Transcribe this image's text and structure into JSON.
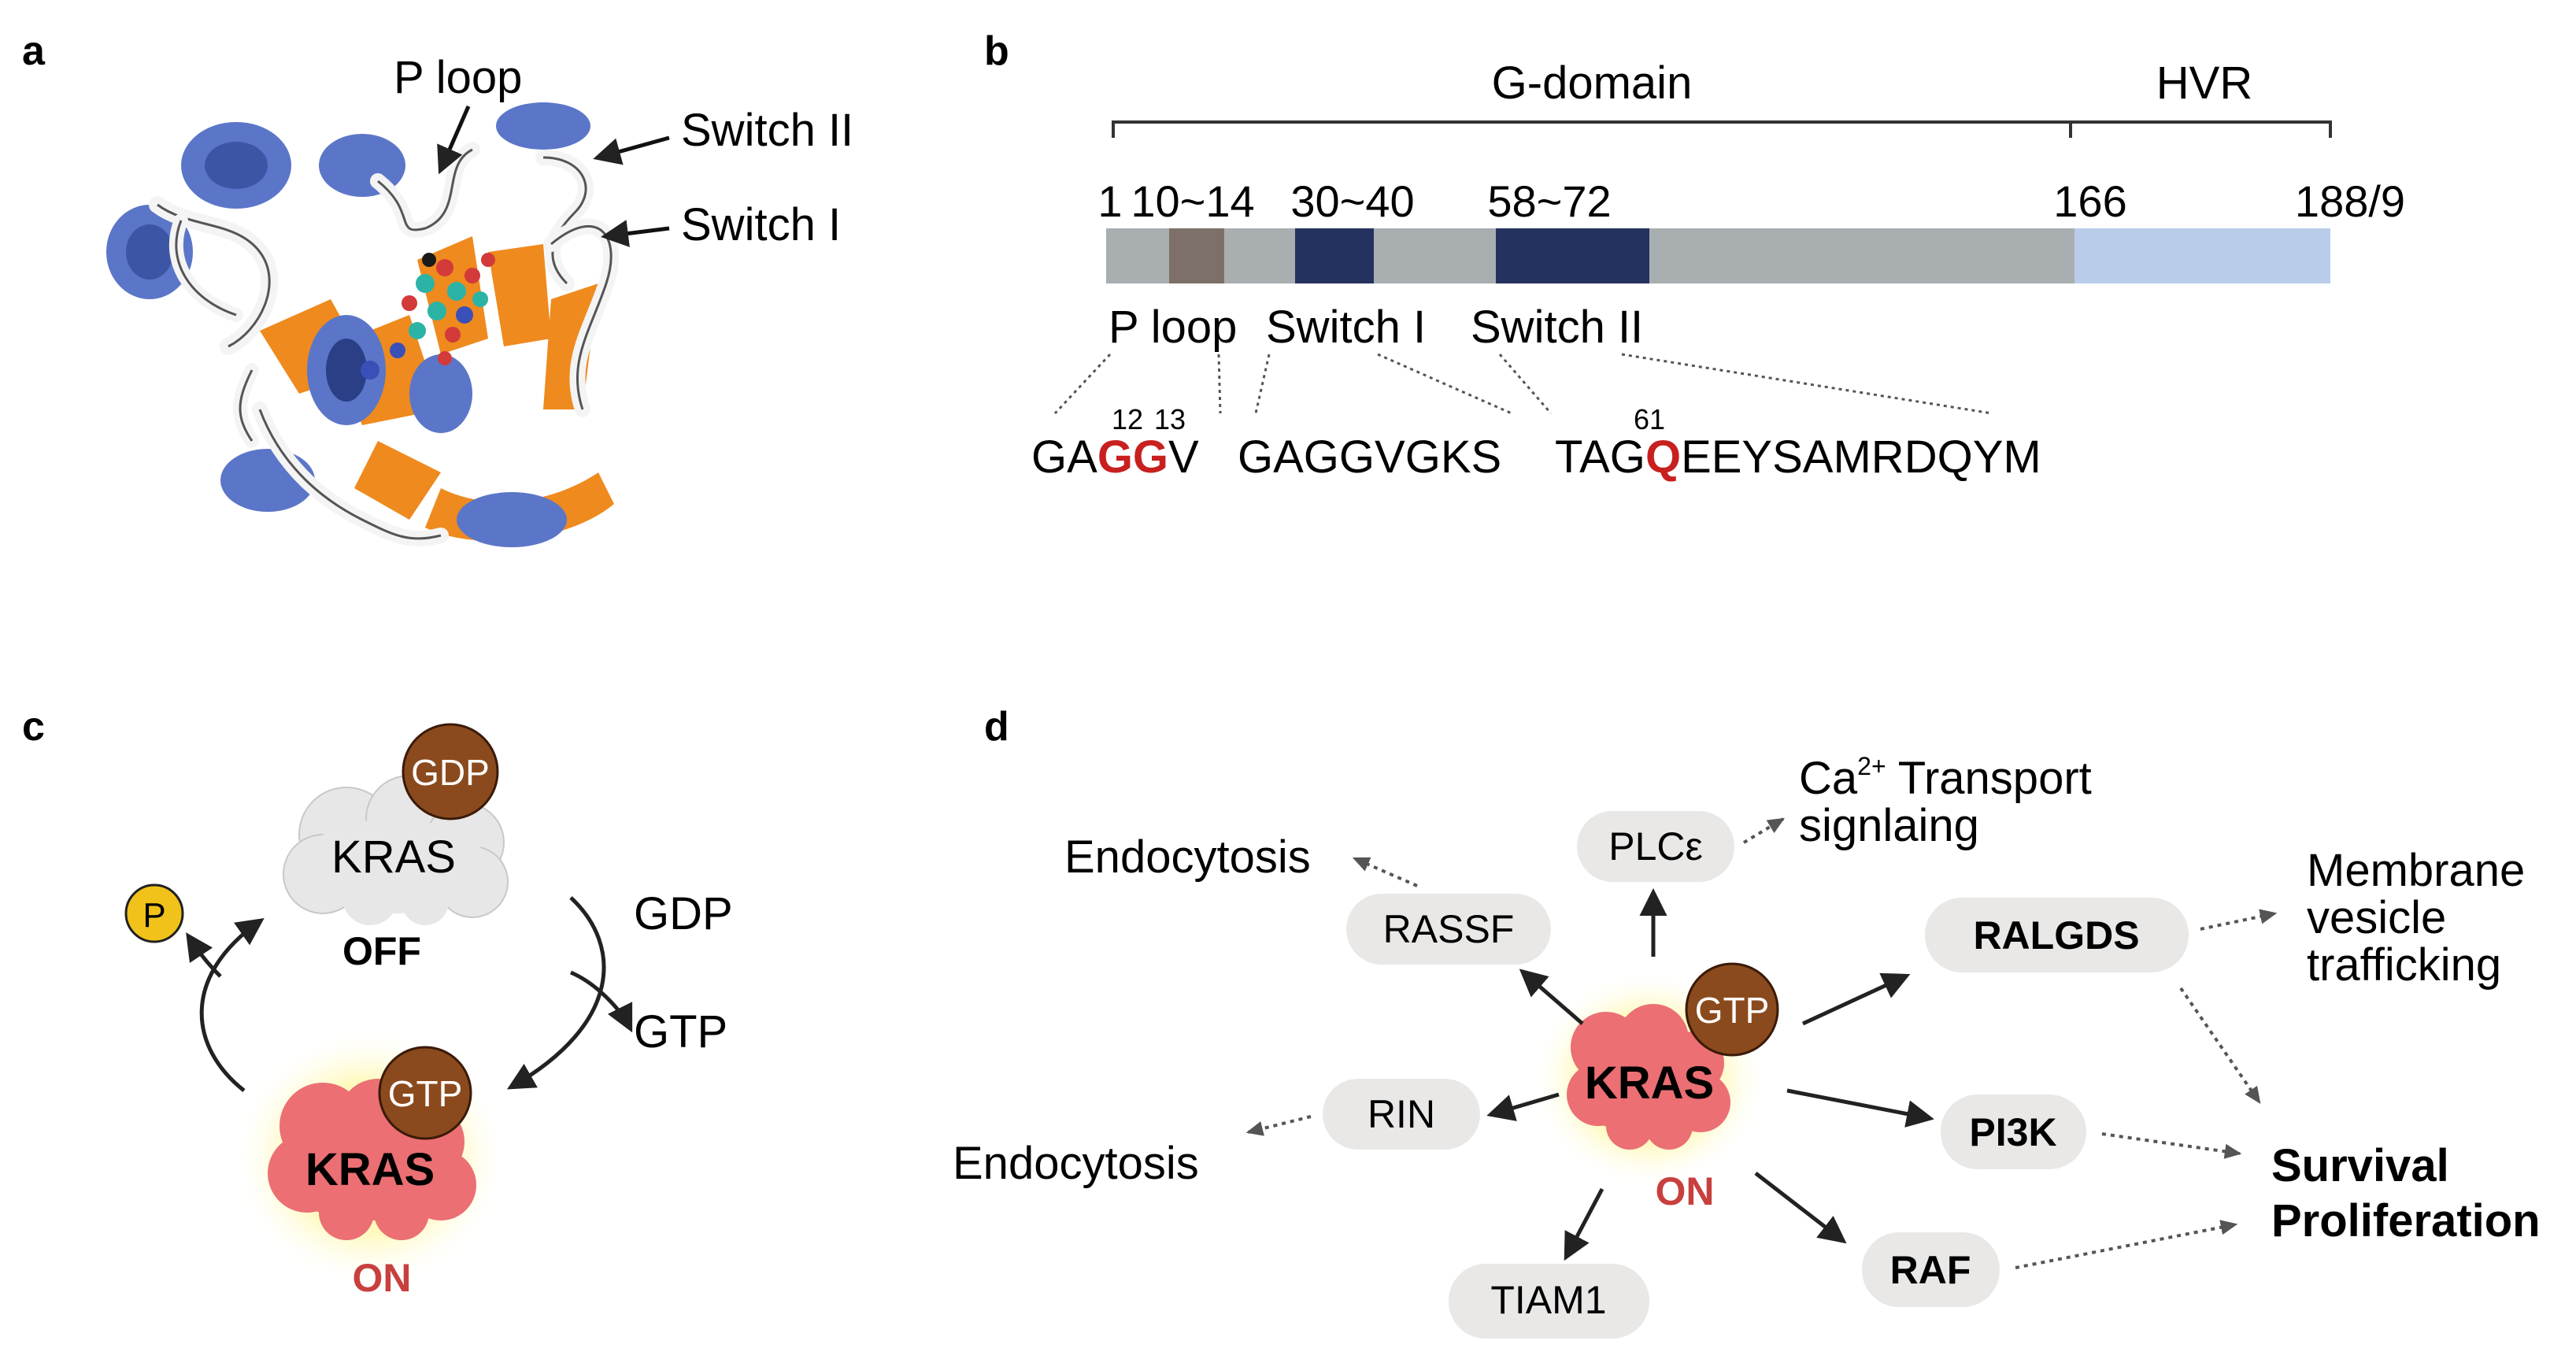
{
  "panels": {
    "a": {
      "label": "a",
      "annotations": {
        "p_loop": "P loop",
        "switch2": "Switch II",
        "switch1": "Switch I"
      }
    },
    "b": {
      "label": "b",
      "domains": {
        "g_domain": "G-domain",
        "hvr": "HVR"
      },
      "positions": [
        "1",
        "10~14",
        "30~40",
        "58~72",
        "166",
        "188/9"
      ],
      "regions": {
        "p_loop": "P loop",
        "switch1": "Switch I",
        "switch2": "Switch II"
      },
      "seq1": {
        "pre": "GA",
        "highlight": "GG",
        "post": "V",
        "num12": "12",
        "num13": "13"
      },
      "seq2": "GAGGVGKS",
      "seq3": {
        "pre": "TAG",
        "highlight": "Q",
        "post": "EEYSAMRDQYM",
        "num61": "61"
      },
      "colors": {
        "bar": "#a9aeb1",
        "ploop": "#7d7068",
        "switch": "#24325f",
        "hvr": "#b9cdea",
        "mutation": "#c8201f"
      }
    },
    "c": {
      "label": "c",
      "gdp_badge": "GDP",
      "gtp_badge": "GTP",
      "kras_off": "KRAS",
      "kras_on": "KRAS",
      "off_label": "OFF",
      "on_label": "ON",
      "gdp_text": "GDP",
      "gtp_text": "GTP",
      "phosphate": "P",
      "colors": {
        "off_cloud": "#e7e7e7",
        "on_cloud": "#eb6f73",
        "badge": "#8b4a1d",
        "phosphate": "#f1c21a",
        "on_text": "#c8403e",
        "glow": "#fff27a"
      }
    },
    "d": {
      "label": "d",
      "center": {
        "badge": "GTP",
        "label": "KRAS",
        "state": "ON"
      },
      "effectors": {
        "plce": "PLCε",
        "rassf": "RASSF",
        "rin": "RIN",
        "tiam1": "TIAM1",
        "ralgds": "RALGDS",
        "pi3k": "PI3K",
        "raf": "RAF"
      },
      "outcomes": {
        "endocytosis_top": "Endocytosis",
        "endocytosis_bottom": "Endocytosis",
        "ca_prefix": "Ca",
        "ca_superscript": "2+",
        "ca_rest": " Transport",
        "signaling": "signlaing",
        "membrane": [
          "Membrane",
          "vesicle",
          "trafficking"
        ],
        "survival": "Survival",
        "proliferation": "Proliferation"
      }
    }
  }
}
